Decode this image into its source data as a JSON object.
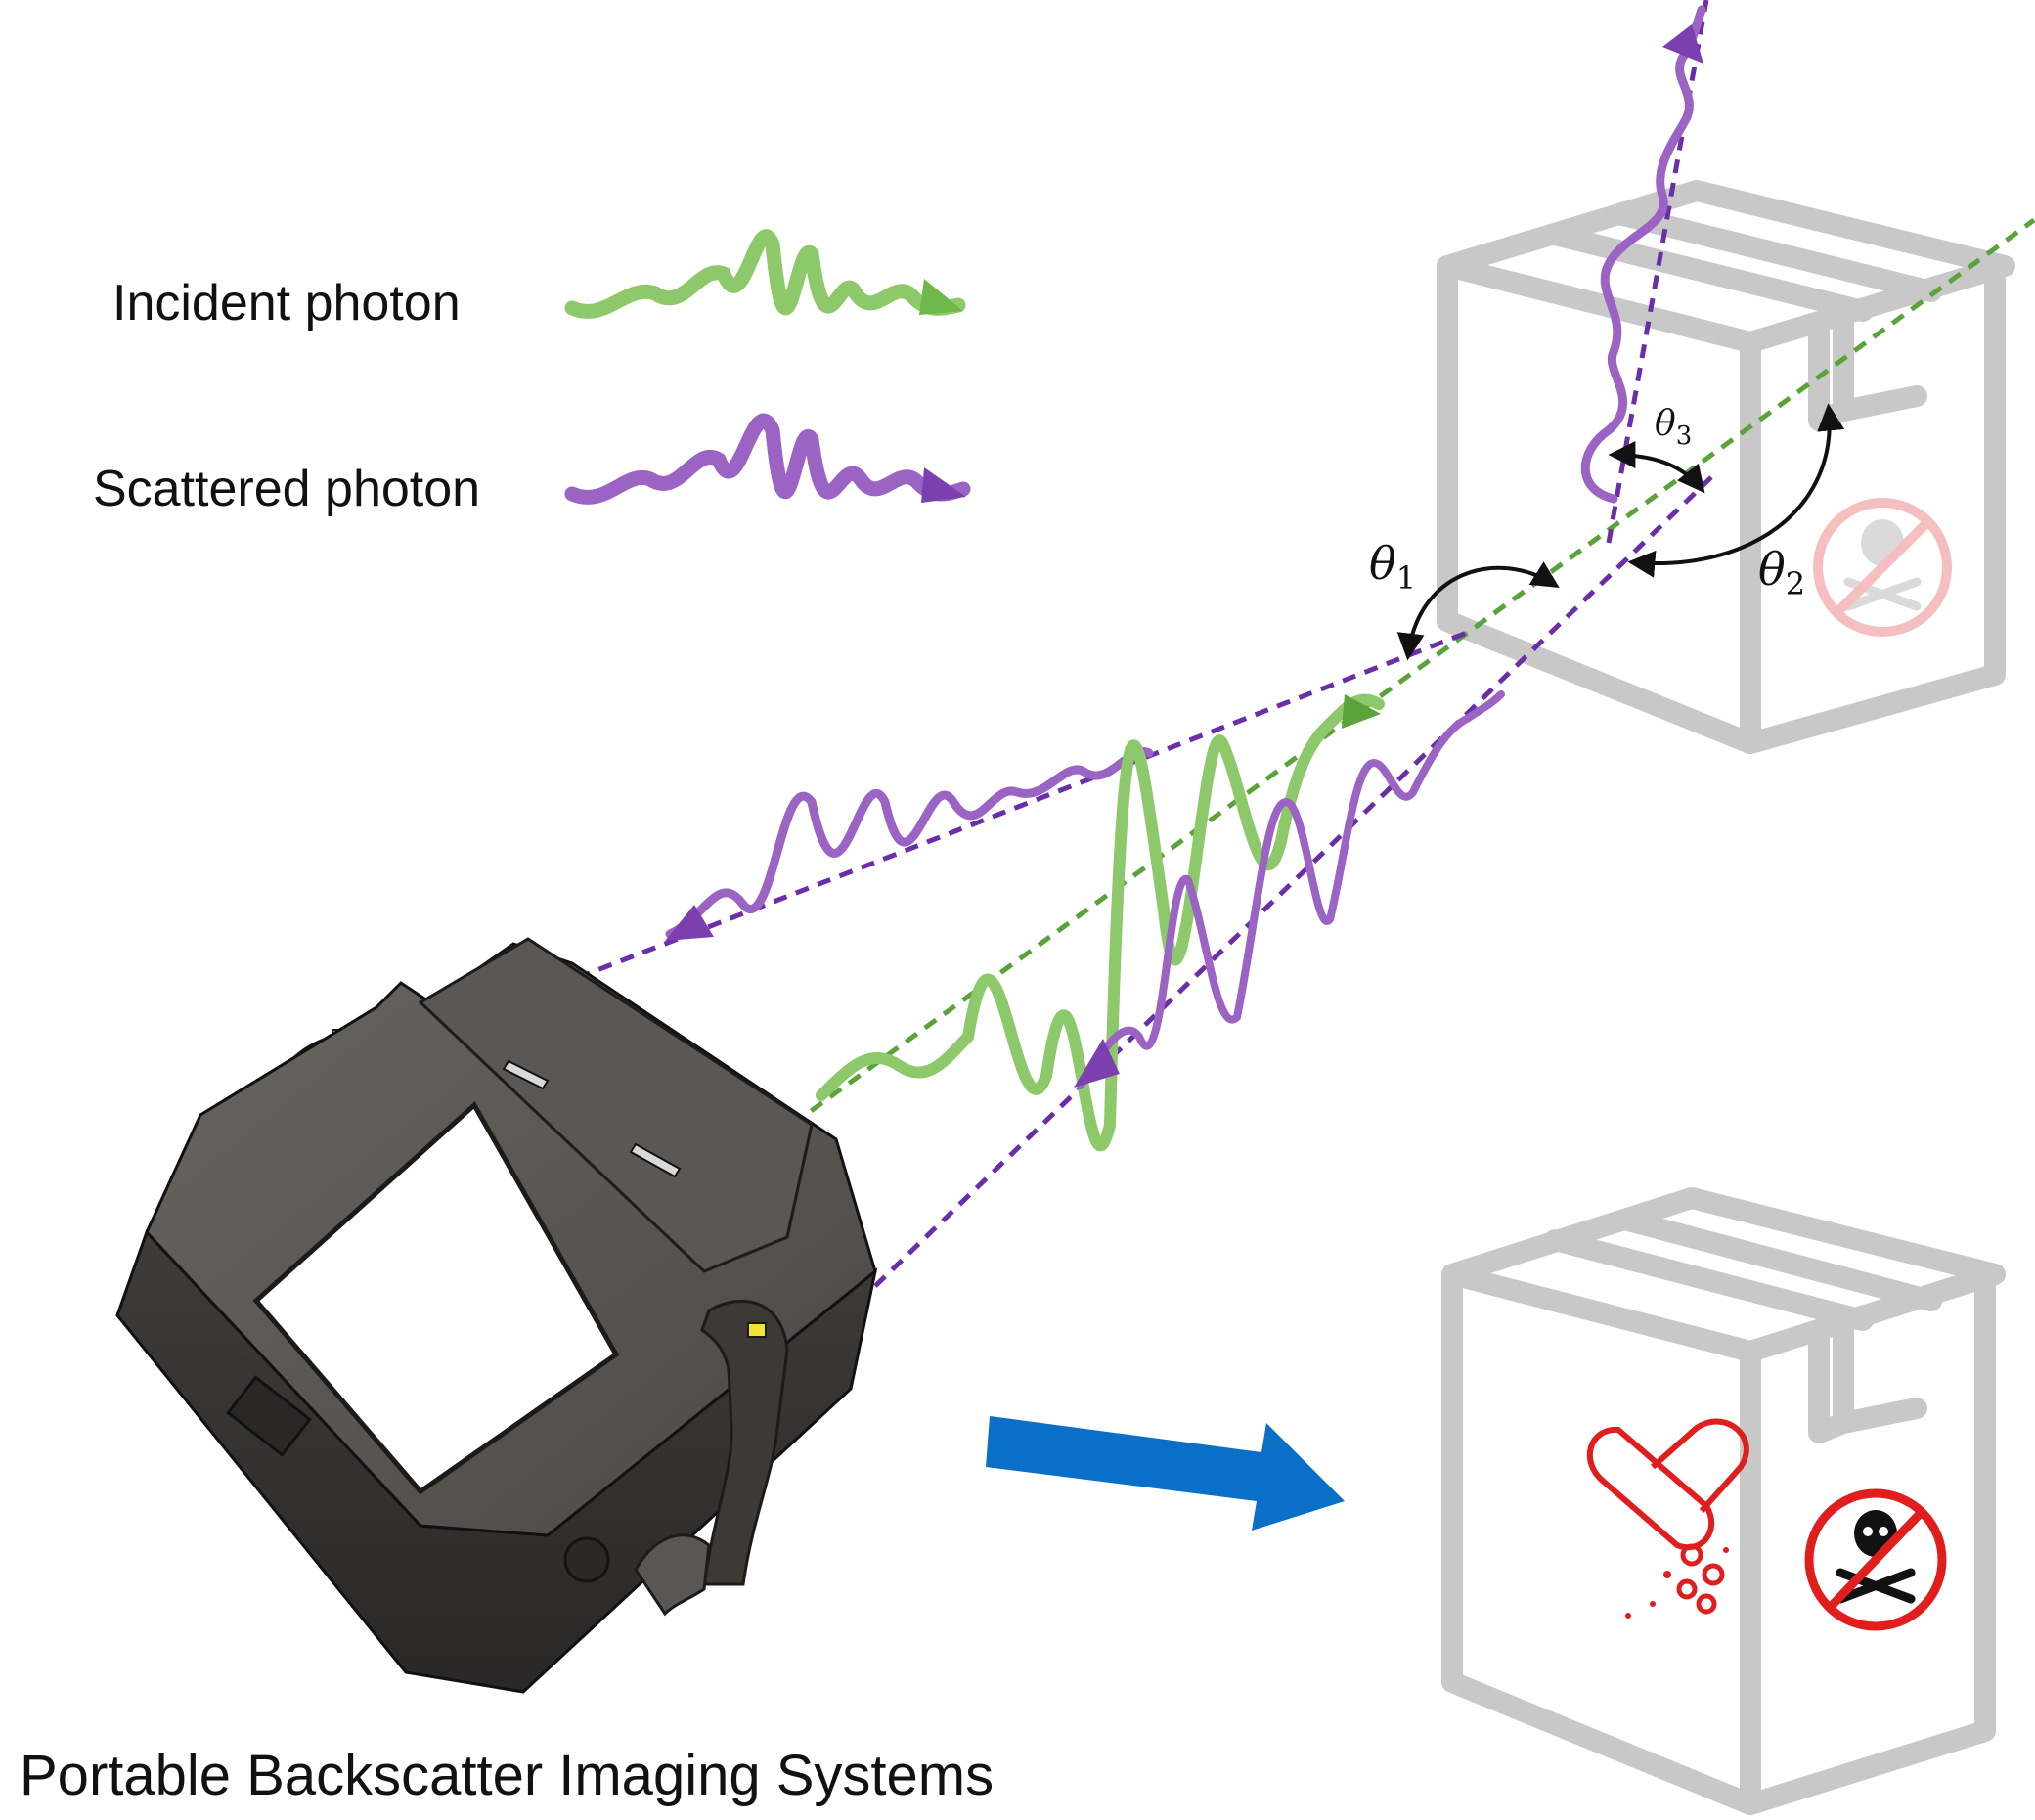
{
  "legend": {
    "incident_label": "Incident photon",
    "scattered_label": "Scattered photon"
  },
  "angles": {
    "theta1": "θ",
    "theta1_sub": "1",
    "theta2": "θ",
    "theta2_sub": "2",
    "theta3": "θ",
    "theta3_sub": "3"
  },
  "caption": "Portable Backscatter Imaging Systems",
  "colors": {
    "incident": "#8dc96a",
    "scattered": "#9b63c4",
    "beam_incident": "#5aa23a",
    "beam_scattered": "#6a2fa8",
    "arrow": "#0a6fc7",
    "hazard_faint": "#f3a6a6",
    "hazard": "#e01e1e"
  },
  "icons": {
    "device": "backscatter-device-icon",
    "package_top": "package-box-icon",
    "package_bottom": "package-box-icon",
    "hazard": "no-toxic-icon",
    "pills": "pills-icon",
    "arrow": "result-arrow-icon"
  }
}
